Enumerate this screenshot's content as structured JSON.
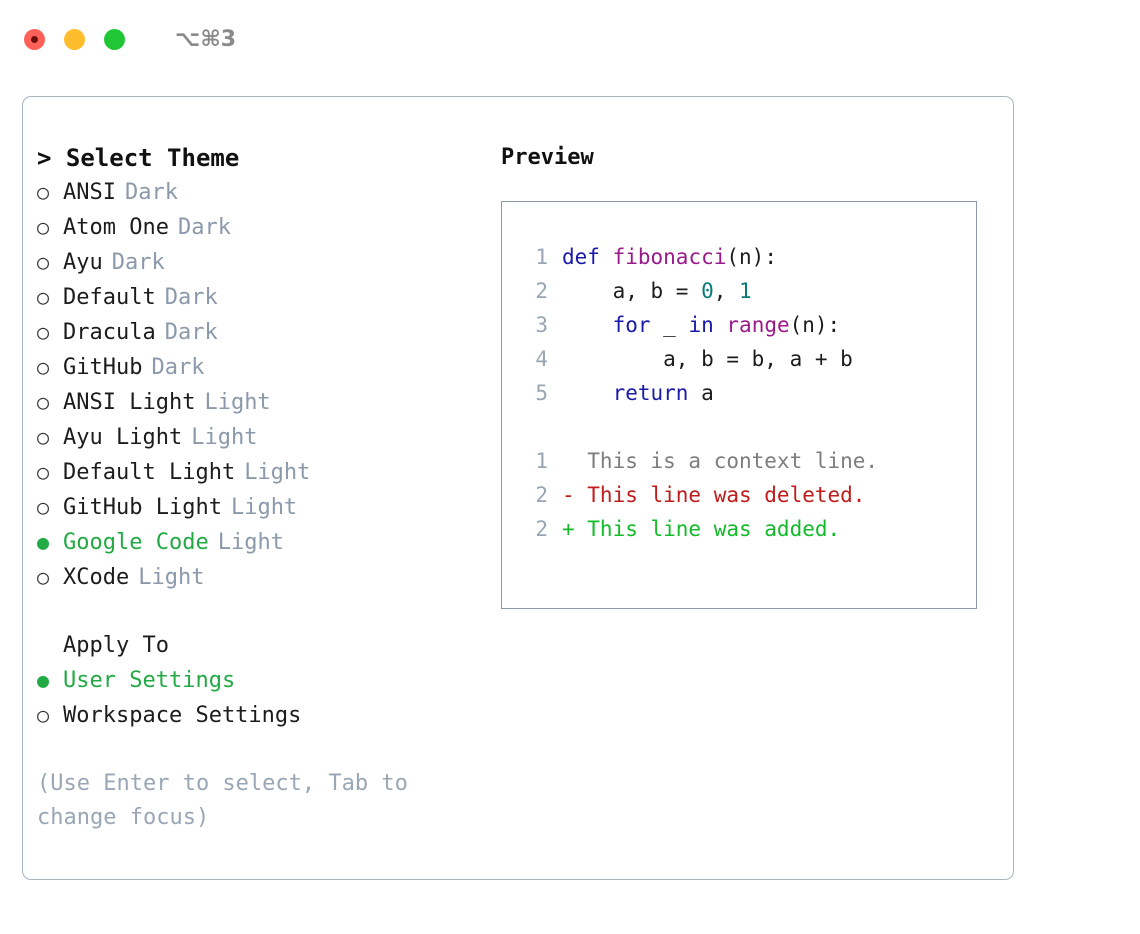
{
  "titlebar": {
    "shortcut": "⌥⌘3",
    "buttons": [
      {
        "name": "close",
        "color": "#ff6159"
      },
      {
        "name": "minimize",
        "color": "#ffbd2e"
      },
      {
        "name": "maximize",
        "color": "#21c636"
      }
    ]
  },
  "theme_picker": {
    "header": "> Select Theme",
    "marker_selected": "●",
    "marker_unselected": "○",
    "accent_color": "#22aa44",
    "category_color": "#8b99ab",
    "items": [
      {
        "label": "ANSI",
        "category": "Dark",
        "selected": false
      },
      {
        "label": "Atom One",
        "category": "Dark",
        "selected": false
      },
      {
        "label": "Ayu",
        "category": "Dark",
        "selected": false
      },
      {
        "label": "Default",
        "category": "Dark",
        "selected": false
      },
      {
        "label": "Dracula",
        "category": "Dark",
        "selected": false
      },
      {
        "label": "GitHub",
        "category": "Dark",
        "selected": false
      },
      {
        "label": "ANSI Light",
        "category": "Light",
        "selected": false
      },
      {
        "label": "Ayu Light",
        "category": "Light",
        "selected": false
      },
      {
        "label": "Default Light",
        "category": "Light",
        "selected": false
      },
      {
        "label": "GitHub Light",
        "category": "Light",
        "selected": false
      },
      {
        "label": "Google Code",
        "category": "Light",
        "selected": true
      },
      {
        "label": "XCode",
        "category": "Light",
        "selected": false
      }
    ]
  },
  "apply_to": {
    "title": "Apply To",
    "items": [
      {
        "label": "User Settings",
        "selected": true
      },
      {
        "label": "Workspace Settings",
        "selected": false
      }
    ]
  },
  "hint": "(Use Enter to select, Tab to change focus)",
  "preview": {
    "title": "Preview",
    "code_lines": [
      {
        "no": "1",
        "tokens": [
          {
            "t": "def",
            "k": "kw"
          },
          {
            "t": " ",
            "k": "plain"
          },
          {
            "t": "fibonacci",
            "k": "fn"
          },
          {
            "t": "(n):",
            "k": "plain"
          }
        ]
      },
      {
        "no": "2",
        "tokens": [
          {
            "t": "    a, b = ",
            "k": "plain"
          },
          {
            "t": "0",
            "k": "num"
          },
          {
            "t": ", ",
            "k": "plain"
          },
          {
            "t": "1",
            "k": "num"
          }
        ]
      },
      {
        "no": "3",
        "tokens": [
          {
            "t": "    ",
            "k": "plain"
          },
          {
            "t": "for",
            "k": "kw"
          },
          {
            "t": " _ ",
            "k": "plain"
          },
          {
            "t": "in",
            "k": "kw"
          },
          {
            "t": " ",
            "k": "plain"
          },
          {
            "t": "range",
            "k": "fn"
          },
          {
            "t": "(n):",
            "k": "plain"
          }
        ]
      },
      {
        "no": "4",
        "tokens": [
          {
            "t": "        a, b = b, a + b",
            "k": "plain"
          }
        ]
      },
      {
        "no": "5",
        "tokens": [
          {
            "t": "    ",
            "k": "plain"
          },
          {
            "t": "return",
            "k": "kw"
          },
          {
            "t": " a",
            "k": "plain"
          }
        ]
      }
    ],
    "diff_lines": [
      {
        "no": "1",
        "text": "  This is a context line.",
        "kind": "ctx"
      },
      {
        "no": "2",
        "text": "- This line was deleted.",
        "kind": "del"
      },
      {
        "no": "2",
        "text": "+ This line was added.",
        "kind": "add"
      }
    ]
  }
}
